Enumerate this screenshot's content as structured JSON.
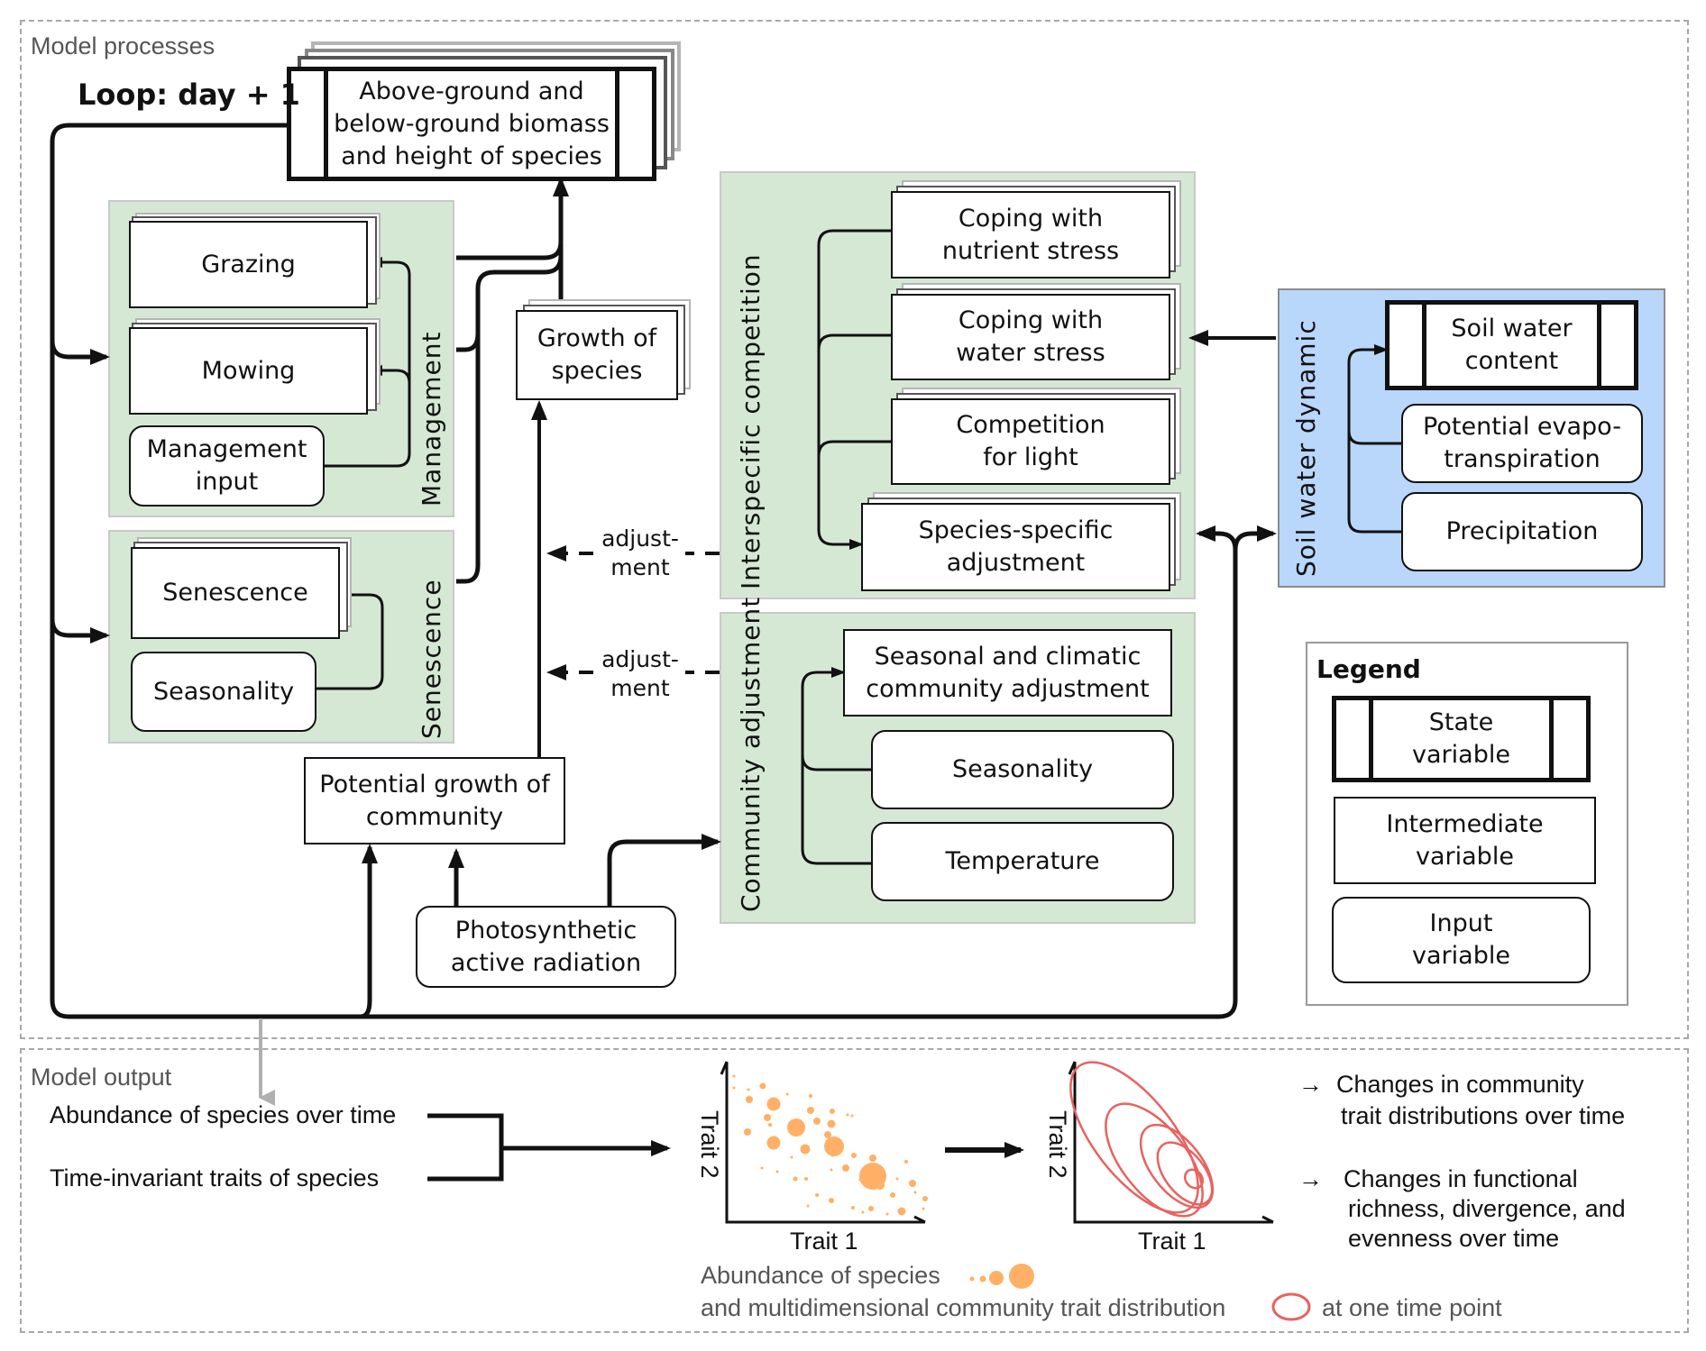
{
  "frames": {
    "processes_title": "Model processes",
    "output_title": "Model output"
  },
  "loop_label": "Loop: day + 1",
  "state_biomass": "Above-ground and\nbelow-ground biomass\nand height of species",
  "management": {
    "label": "Management",
    "grazing": "Grazing",
    "mowing": "Mowing",
    "input": "Management\ninput"
  },
  "senescence": {
    "label": "Senescence",
    "senescence": "Senescence",
    "seasonality": "Seasonality"
  },
  "growth_of_species": "Growth of\nspecies",
  "potential_growth": "Potential growth of\ncommunity",
  "par": "Photosynthetic\nactive radiation",
  "adjustment_label": "adjust-\nment",
  "interspecific": {
    "label": "Interspecific competition",
    "nutrient": "Coping with\nnutrient stress",
    "water": "Coping with\nwater stress",
    "light": "Competition\nfor light",
    "species_specific": "Species-specific\nadjustment"
  },
  "community_adjustment": {
    "label": "Community adjustment",
    "seasonal_climatic": "Seasonal and climatic\ncommunity adjustment",
    "seasonality": "Seasonality",
    "temperature": "Temperature"
  },
  "soil_water": {
    "label": "Soil water dynamic",
    "content": "Soil water\ncontent",
    "pet": "Potential evapo-\ntranspiration",
    "precipitation": "Precipitation"
  },
  "legend": {
    "title": "Legend",
    "state": "State\nvariable",
    "intermediate": "Intermediate\nvariable",
    "input": "Input\nvariable"
  },
  "output": {
    "abundance": "Abundance of species over time",
    "traits": "Time-invariant traits of species",
    "trait1": "Trait 1",
    "trait2": "Trait 2",
    "caption_line1": "Abundance of species",
    "caption_line2": "and multidimensional community trait distribution",
    "caption_line2_suffix": "at one time point",
    "result1": "→ Changes in community\n    trait distributions over time",
    "result1_a": "Changes in community",
    "result1_b": "trait distributions over time",
    "result2_a": "Changes in functional",
    "result2_b": "richness, divergence, and",
    "result2_c": "evenness over time",
    "arrow_glyph": "→"
  },
  "colors": {
    "group_green": "#d5e8d4",
    "group_blue": "#b9d6fb",
    "abundance_orange": "#ffb066",
    "distribution_red": "#e8625f"
  }
}
